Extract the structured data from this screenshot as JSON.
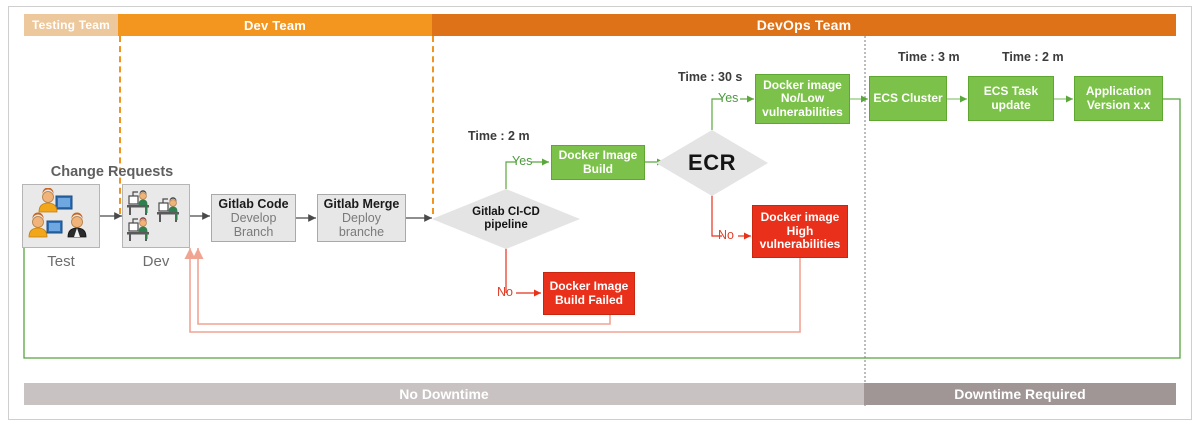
{
  "diagram": {
    "title": "CI/CD pipeline swimlane flow",
    "lanes": [
      {
        "id": "testing",
        "label": "Testing Team",
        "color": "#ecc89c"
      },
      {
        "id": "dev",
        "label": "Dev Team",
        "color": "#f3961f"
      },
      {
        "id": "devops",
        "label": "DevOps Team",
        "color": "#dd7219"
      }
    ],
    "footer": [
      {
        "id": "no-downtime",
        "label": "No Downtime",
        "color": "#c9c2c2"
      },
      {
        "id": "downtime-required",
        "label": "Downtime Required",
        "color": "#a09696"
      }
    ],
    "captions": {
      "change_requests": "Change Requests",
      "test": "Test",
      "dev": "Dev"
    },
    "nodes": {
      "gitlab_code": {
        "line1": "Gitlab Code",
        "line2": "Develop",
        "line3": "Branch"
      },
      "gitlab_merge": {
        "line1": "Gitlab Merge",
        "line2": "Deploy",
        "line3": "branche"
      },
      "cicd_pipeline": {
        "line1": "Gitlab CI-CD",
        "line2": "pipeline"
      },
      "docker_image_build": {
        "line1": "Docker Image",
        "line2": "Build"
      },
      "docker_build_failed": {
        "line1": "Docker Image",
        "line2": "Build Failed"
      },
      "ecr": {
        "line1": "ECR"
      },
      "no_low_vuln": {
        "line1": "Docker image",
        "line2": "No/Low",
        "line3": "vulnerabilities"
      },
      "high_vuln": {
        "line1": "Docker image",
        "line2": "High",
        "line3": "vulnerabilities"
      },
      "ecs_cluster": {
        "line1": "ECS Cluster"
      },
      "ecs_task_update": {
        "line1": "ECS Task",
        "line2": "update"
      },
      "app_version": {
        "line1": "Application",
        "line2": "Version x.x"
      }
    },
    "times": {
      "build": "Time : 2 m",
      "scan": "Time : 30 s",
      "cluster": "Time : 3 m",
      "task": "Time : 2 m"
    },
    "branch_labels": {
      "pipeline_yes": "Yes",
      "pipeline_no": "No",
      "ecr_yes": "Yes",
      "ecr_no": "No"
    },
    "colors": {
      "green": "#7cc24a",
      "red": "#e8301a",
      "gray_node": "#e7e7e7",
      "diamond": "#e4e4e4",
      "orange_dev": "#f3961f",
      "orange_devops": "#dd7219",
      "tan_testing": "#ecc89c",
      "feedback_red": "#f0a492",
      "feedback_green": "#4c9a3f"
    }
  }
}
